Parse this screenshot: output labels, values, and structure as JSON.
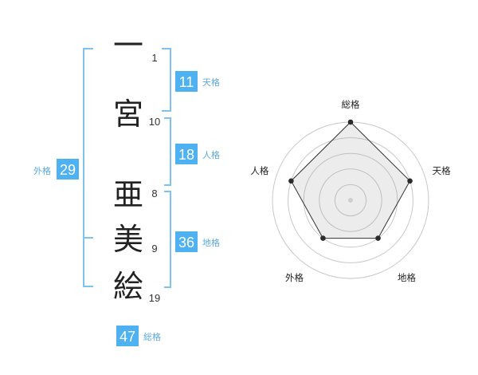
{
  "theme": {
    "accent": "#4db1f2",
    "bracket": "#7cc3f0",
    "label": "#5aa9df"
  },
  "name": {
    "chars": [
      {
        "char": "一",
        "strokes": "1"
      },
      {
        "char": "宮",
        "strokes": "10"
      },
      {
        "char": "亜",
        "strokes": "8"
      },
      {
        "char": "美",
        "strokes": "9"
      },
      {
        "char": "絵",
        "strokes": "19"
      }
    ]
  },
  "fortunes": {
    "tenkaku": {
      "value": "11",
      "label": "天格"
    },
    "jinkaku": {
      "value": "18",
      "label": "人格"
    },
    "chikaku": {
      "value": "36",
      "label": "地格"
    },
    "gaikaku": {
      "value": "29",
      "label": "外格"
    },
    "soukaku": {
      "value": "47",
      "label": "総格"
    }
  },
  "chart_data": {
    "type": "radar",
    "categories": [
      "総格",
      "天格",
      "地格",
      "外格",
      "人格"
    ],
    "values": [
      5,
      4,
      3,
      3,
      4
    ],
    "max": 5,
    "grid": true
  }
}
